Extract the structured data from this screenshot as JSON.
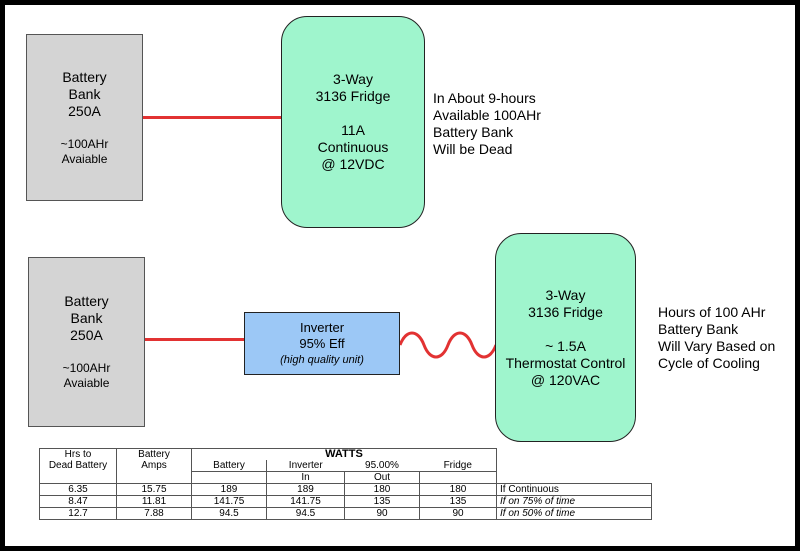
{
  "top": {
    "battery": {
      "line1": "Battery",
      "line2": "Bank",
      "line3": "250A",
      "line4": "~100AHr",
      "line5": "Avaiable"
    },
    "fridge": {
      "line1": "3-Way",
      "line2": "3136 Fridge",
      "line3": "11A",
      "line4": "Continuous",
      "line5": "@ 12VDC"
    },
    "note": [
      "In About 9-hours",
      "Available 100AHr",
      "Battery Bank",
      "Will be Dead"
    ]
  },
  "bottom": {
    "battery": {
      "line1": "Battery",
      "line2": "Bank",
      "line3": "250A",
      "line4": "~100AHr",
      "line5": "Avaiable"
    },
    "inverter": {
      "line1": "Inverter",
      "line2": "95% Eff",
      "line3": "(high quality unit)"
    },
    "fridge": {
      "line1": "3-Way",
      "line2": "3136 Fridge",
      "line3": "~ 1.5A",
      "line4": "Thermostat Control",
      "line5": "@ 120VAC"
    },
    "note": [
      "Hours of 100 AHr",
      "Battery Bank",
      "Will Vary Based on",
      "Cycle of Cooling"
    ]
  },
  "table": {
    "h_hrs1": "Hrs to",
    "h_hrs2": "Dead Battery",
    "h_amps1": "Battery",
    "h_amps2": "Amps",
    "h_watts": "WATTS",
    "h_battery": "Battery",
    "h_inverter": "Inverter",
    "h_eff": "95.00%",
    "h_fridge": "Fridge",
    "h_in": "In",
    "h_out": "Out",
    "rows": [
      [
        "6.35",
        "15.75",
        "189",
        "189",
        "180",
        "180",
        "If Continuous"
      ],
      [
        "8.47",
        "11.81",
        "141.75",
        "141.75",
        "135",
        "135",
        "If on 75% of time"
      ],
      [
        "12.7",
        "7.88",
        "94.5",
        "94.5",
        "90",
        "90",
        "If on 50% of time"
      ]
    ]
  },
  "colors": {
    "wire": "#e23232",
    "battery": "#d4d4d4",
    "fridge": "#9ff5cd",
    "inverter": "#9cc8f6"
  }
}
